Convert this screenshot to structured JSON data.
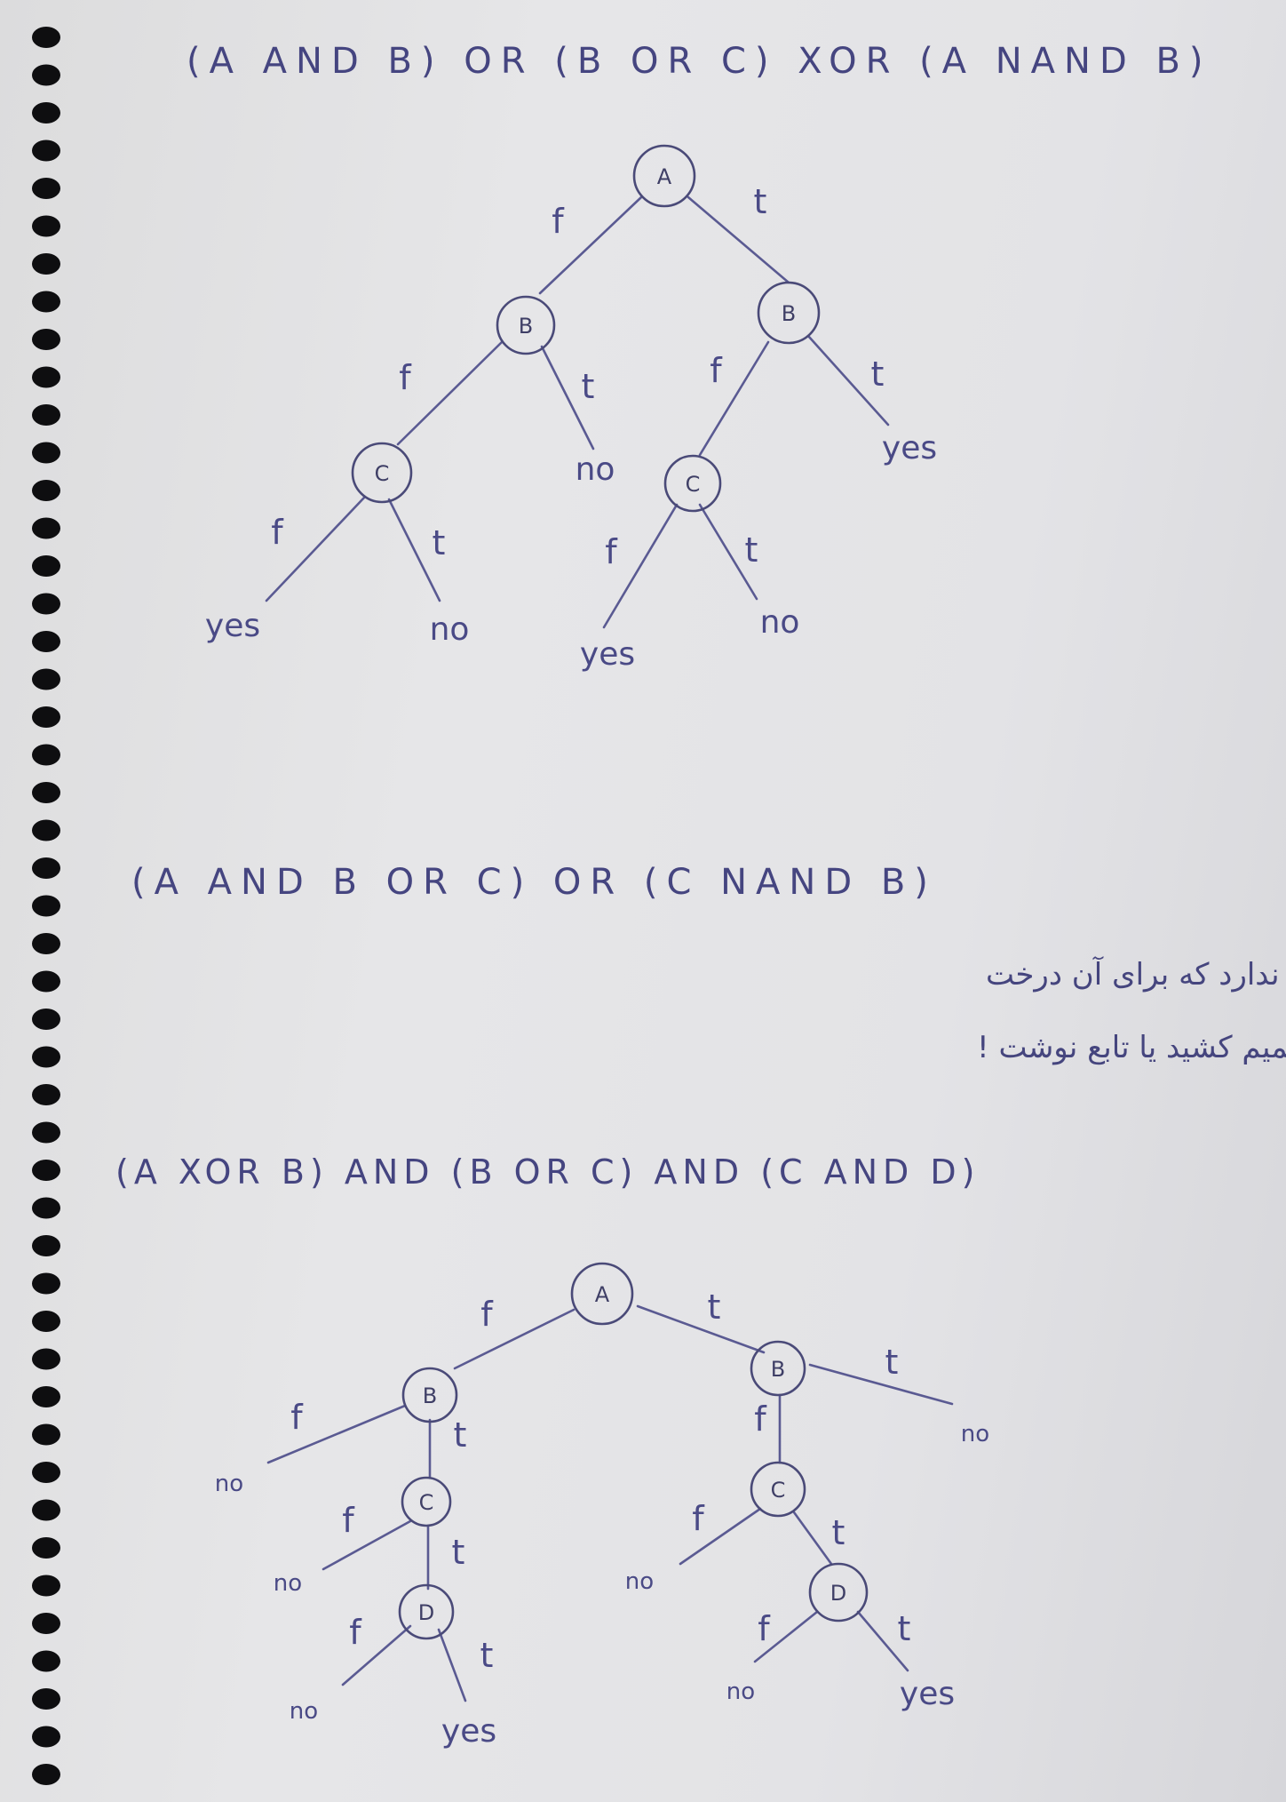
{
  "expressions": {
    "expr1": "(A AND B) OR (B OR C) XOR (A NAND B)",
    "expr2": "(A AND B OR C) OR (C NAND B)",
    "expr3": "(A XOR B) AND (B OR C) AND (C AND D)"
  },
  "note": {
    "line1": "جواب همیشه yes است! تو زیبی وجود ندارد که برای آن درخت",
    "line2": "تصمیم کشید یا تابع نوشت !"
  },
  "tree1": {
    "nodes": {
      "a": "A",
      "b_left": "B",
      "b_right": "B",
      "c_left": "C",
      "c_right": "C"
    },
    "edges": {
      "a_f": "f",
      "a_t": "t",
      "bl_f": "f",
      "bl_t": "t",
      "br_f": "f",
      "br_t": "t",
      "cl_f": "f",
      "cl_t": "t",
      "cr_f": "f",
      "cr_t": "t"
    },
    "leaves": {
      "bl_t": "no",
      "br_t": "yes",
      "cl_f": "yes",
      "cl_t": "no",
      "cr_f": "yes",
      "cr_t": "no"
    }
  },
  "tree2": {
    "nodes": {
      "a": "A",
      "b_left": "B",
      "b_right": "B",
      "c_left": "C",
      "c_right": "C",
      "d_left": "D",
      "d_right": "D"
    },
    "edges": {
      "a_f": "f",
      "a_t": "t",
      "bl_f": "f",
      "bl_t": "t",
      "br_f": "f",
      "br_t": "t",
      "cl_f": "f",
      "cl_t": "t",
      "cr_f": "f",
      "cr_t": "t",
      "dl_f": "f",
      "dl_t": "t",
      "dr_f": "f",
      "dr_t": "t"
    },
    "leaves": {
      "bl_f": "no",
      "br_t": "no",
      "cl_f": "no",
      "cr_f": "no",
      "dl_f": "no",
      "dl_t": "yes",
      "dr_f": "no",
      "dr_t": "yes"
    }
  }
}
